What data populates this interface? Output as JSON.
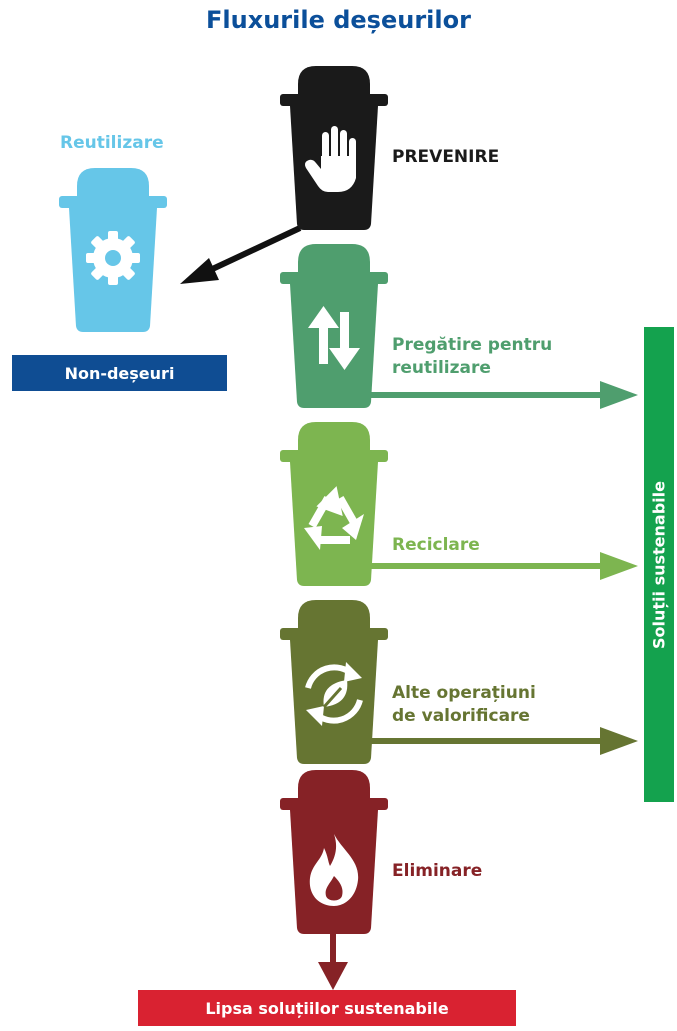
{
  "title": "Fluxurile deșeurilor",
  "stages": {
    "prevenire": "PREVENIRE",
    "reutilizare": "Reutilizare",
    "pregatire": "Pregătire pentru\nreutilizare",
    "reciclare": "Reciclare",
    "valorificare": "Alte operațiuni\nde valorificare",
    "eliminare": "Eliminare"
  },
  "boxes": {
    "non_deseuri": "Non-deșeuri",
    "lipsa": "Lipsa soluțiilor sustenabile",
    "solutii": "Soluții sustenabile"
  },
  "icons": {
    "prevenire": "hand-icon",
    "reutilizare": "gear-icon",
    "pregatire": "up-down-arrows-icon",
    "reciclare": "recycle-icon",
    "valorificare": "leaf-cycle-icon",
    "eliminare": "fire-icon"
  },
  "colors": {
    "title": "#0b4f9a",
    "prevenire": "#1a1a1a",
    "reutilizare": "#66c6e8",
    "pregatire": "#4f9e6e",
    "reciclare": "#7db550",
    "valorificare": "#667532",
    "eliminare": "#862226",
    "non_deseuri": "#0f4d93",
    "lipsa": "#d92231",
    "solutii": "#14a24e"
  }
}
